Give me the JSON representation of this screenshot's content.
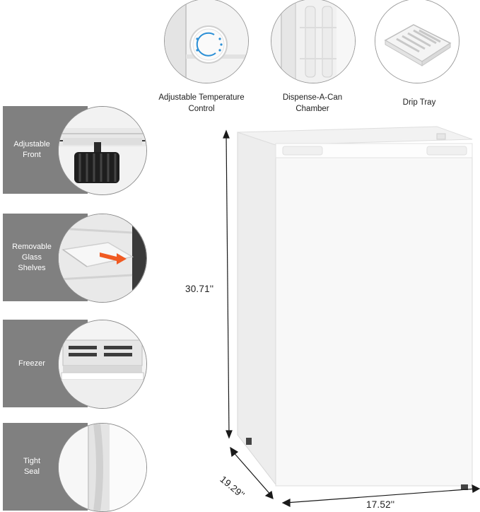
{
  "top_features": [
    {
      "label": "Adjustable Temperature\nControl",
      "icon": "thermostat-dial-icon"
    },
    {
      "label": "Dispense-A-Can\nChamber",
      "icon": "can-dispenser-icon"
    },
    {
      "label": "Drip Tray",
      "icon": "drip-tray-icon"
    }
  ],
  "side_features": [
    {
      "label": "Adjustable\nFront",
      "icon": "leveling-foot-icon"
    },
    {
      "label": "Removable\nGlass\nShelves",
      "icon": "glass-shelf-icon"
    },
    {
      "label": "Freezer",
      "icon": "freezer-compartment-icon"
    },
    {
      "label": "Tight\nSeal",
      "icon": "door-seal-icon"
    }
  ],
  "dimensions": {
    "height": "30.71''",
    "depth": "19.29''",
    "width": "17.52''"
  },
  "colors": {
    "label_box": "#808080",
    "fridge_body": "#f7f7f7",
    "accent_arrow": "#f05a22",
    "dial_marks": "#2b8fd6"
  }
}
